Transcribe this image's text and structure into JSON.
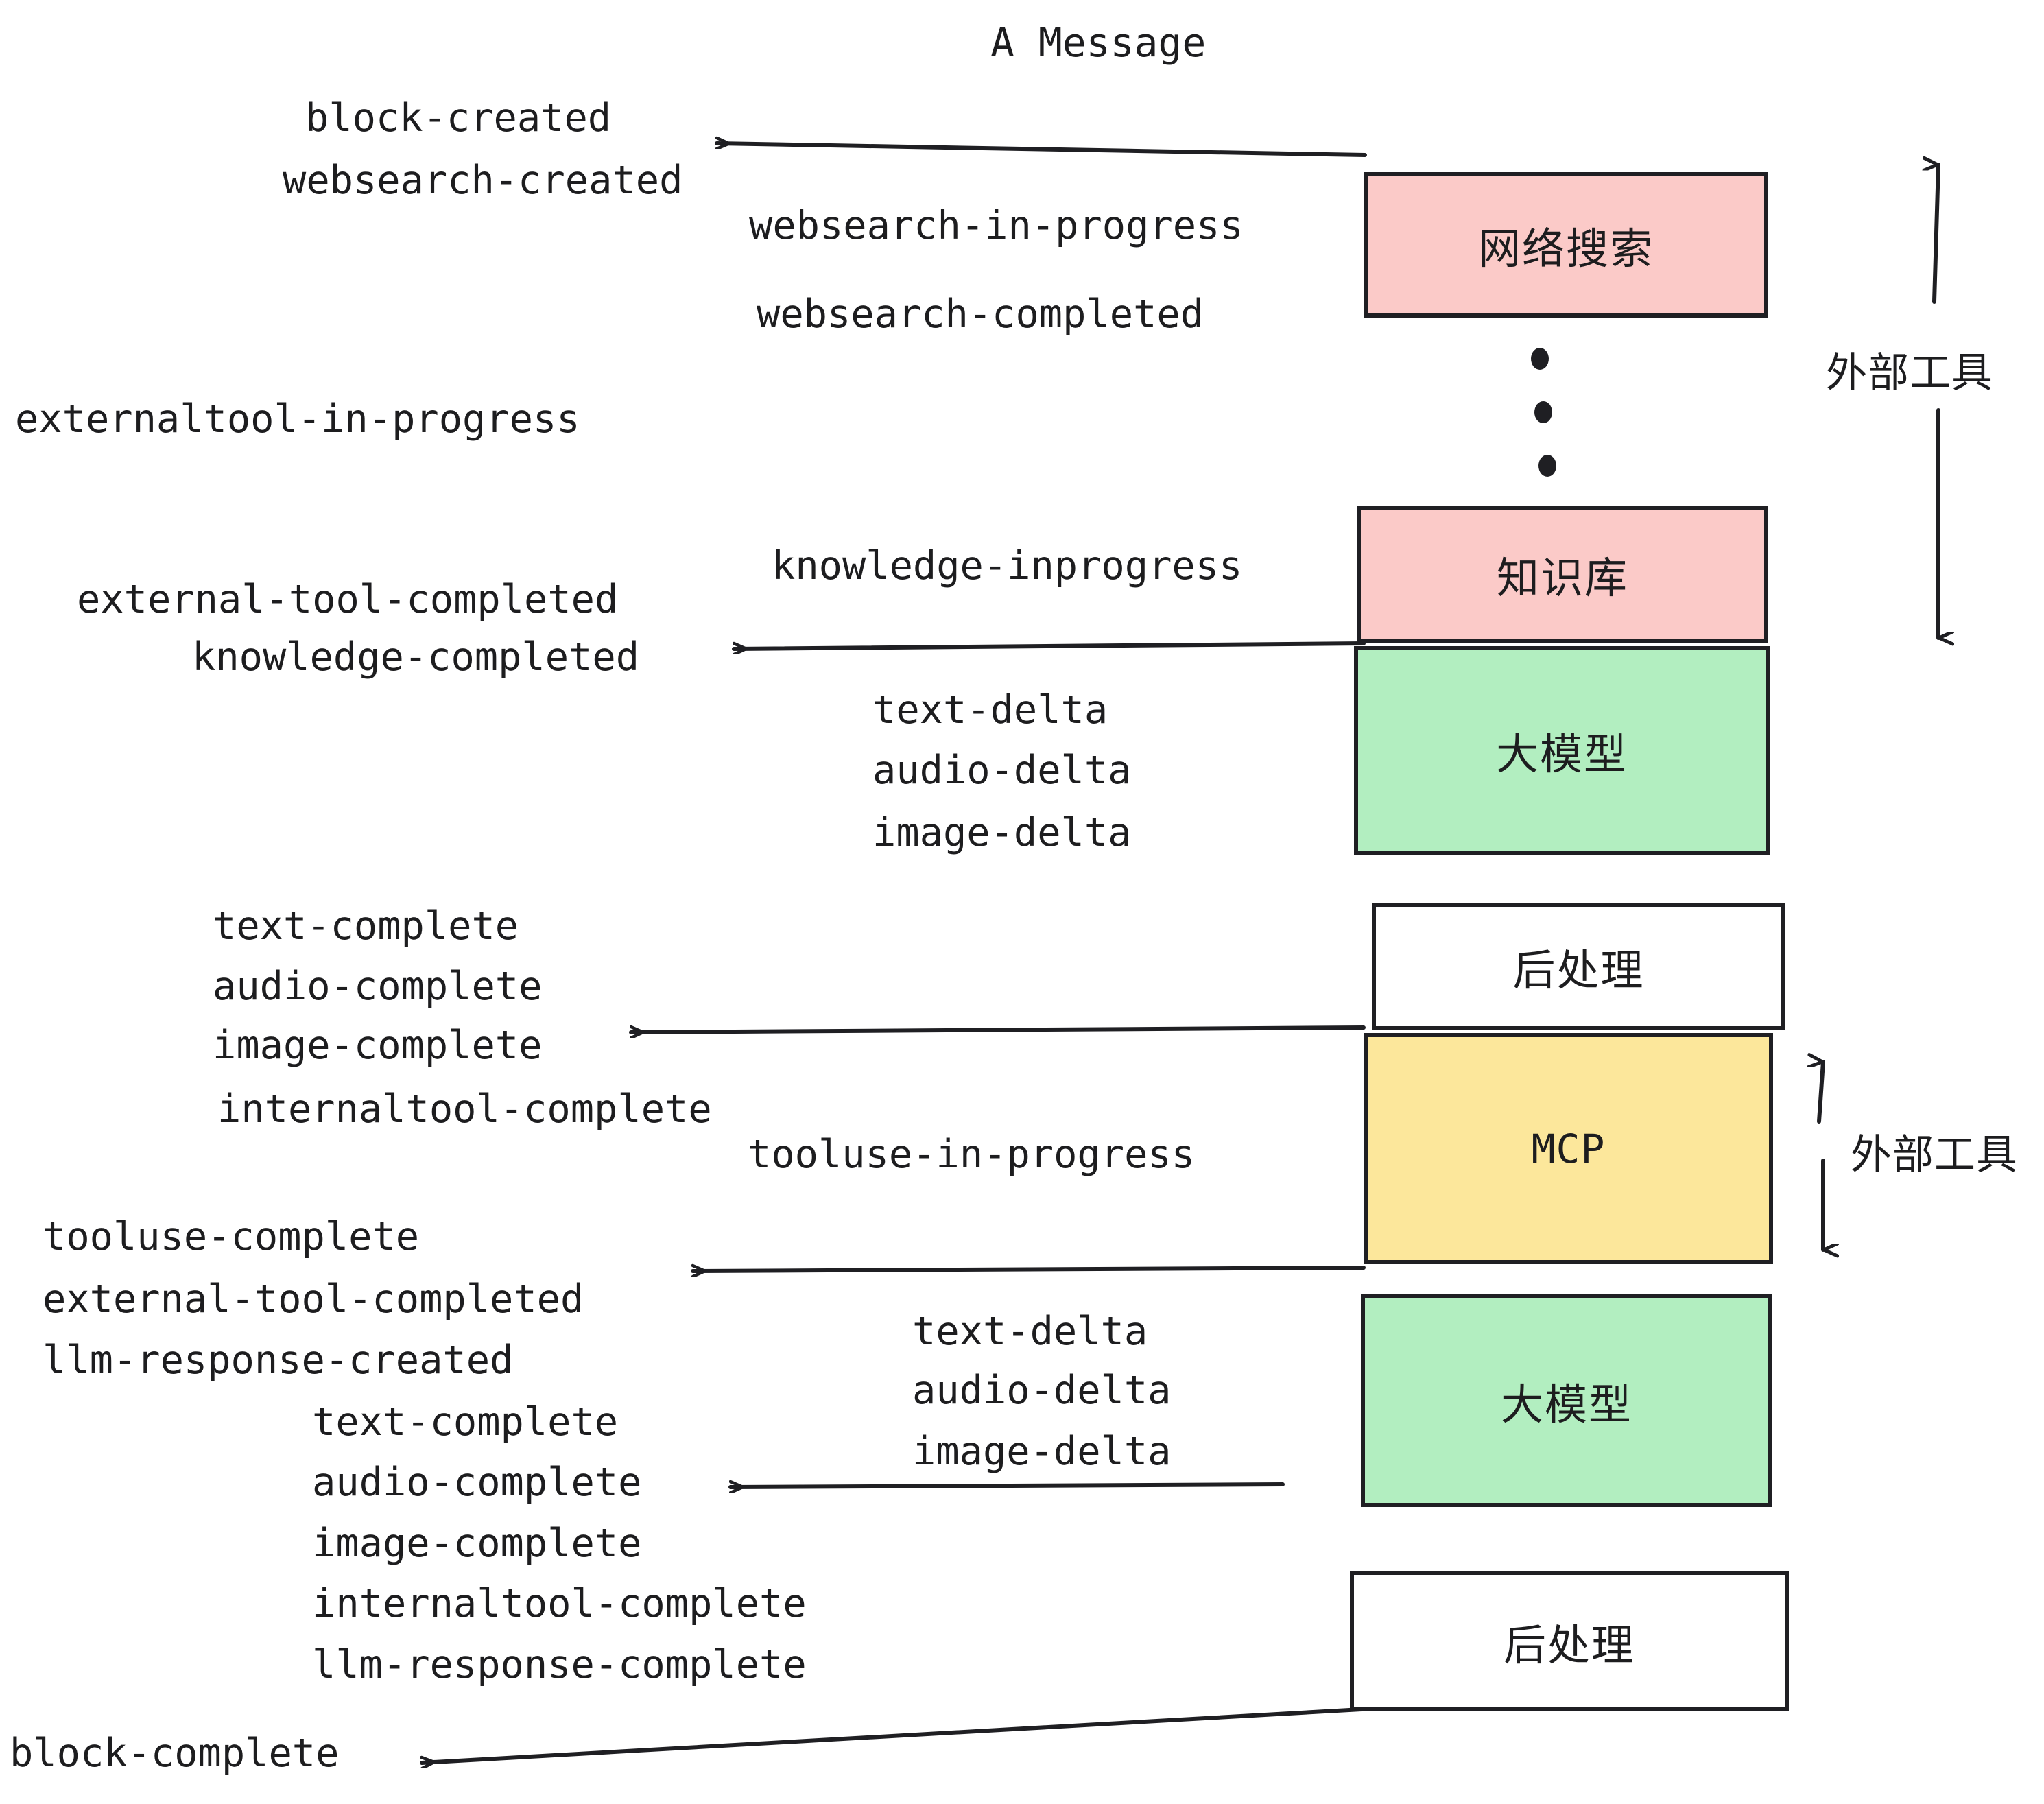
{
  "title": "A Message",
  "colors": {
    "pink": "#FBCAC8",
    "green": "#B2EEC0",
    "yellow": "#FCE79B",
    "white": "#FFFFFF",
    "stroke": "#1F1F23",
    "text": "#1D1D1F"
  },
  "boxes": [
    {
      "id": "websearch",
      "label": "网络搜索",
      "fill": "#FBCAC8"
    },
    {
      "id": "knowledge",
      "label": "知识库",
      "fill": "#FBCAC8"
    },
    {
      "id": "llm-top",
      "label": "大模型",
      "fill": "#B2EEC0"
    },
    {
      "id": "postprocess-top",
      "label": "后处理",
      "fill": "#FFFFFF"
    },
    {
      "id": "mcp",
      "label": "MCP",
      "fill": "#FCE79B"
    },
    {
      "id": "llm-bottom",
      "label": "大模型",
      "fill": "#B2EEC0"
    },
    {
      "id": "postprocess-bottom",
      "label": "后处理",
      "fill": "#FFFFFF"
    }
  ],
  "side_labels": [
    {
      "id": "external-tools-top",
      "label": "外部工具"
    },
    {
      "id": "external-tools-bottom",
      "label": "外部工具"
    }
  ],
  "events": [
    {
      "id": "block-created",
      "label": "block-created"
    },
    {
      "id": "websearch-created",
      "label": "websearch-created"
    },
    {
      "id": "websearch-in-progress",
      "label": "websearch-in-progress"
    },
    {
      "id": "websearch-completed",
      "label": "websearch-completed"
    },
    {
      "id": "externaltool-in-progress",
      "label": "externaltool-in-progress"
    },
    {
      "id": "knowledge-inprogress",
      "label": "knowledge-inprogress"
    },
    {
      "id": "external-tool-completed-1",
      "label": "external-tool-completed"
    },
    {
      "id": "knowledge-completed",
      "label": "knowledge-completed"
    },
    {
      "id": "text-delta-1",
      "label": "text-delta"
    },
    {
      "id": "audio-delta-1",
      "label": "audio-delta"
    },
    {
      "id": "image-delta-1",
      "label": "image-delta"
    },
    {
      "id": "text-complete-1",
      "label": "text-complete"
    },
    {
      "id": "audio-complete-1",
      "label": "audio-complete"
    },
    {
      "id": "image-complete-1",
      "label": "image-complete"
    },
    {
      "id": "internaltool-complete-1",
      "label": "internaltool-complete"
    },
    {
      "id": "tooluse-in-progress",
      "label": "tooluse-in-progress"
    },
    {
      "id": "tooluse-complete",
      "label": "tooluse-complete"
    },
    {
      "id": "external-tool-completed-2",
      "label": "external-tool-completed"
    },
    {
      "id": "llm-response-created",
      "label": "llm-response-created"
    },
    {
      "id": "text-delta-2",
      "label": "text-delta"
    },
    {
      "id": "audio-delta-2",
      "label": "audio-delta"
    },
    {
      "id": "image-delta-2",
      "label": "image-delta"
    },
    {
      "id": "text-complete-2",
      "label": "text-complete"
    },
    {
      "id": "audio-complete-2",
      "label": "audio-complete"
    },
    {
      "id": "image-complete-2",
      "label": "image-complete"
    },
    {
      "id": "internaltool-complete-2",
      "label": "internaltool-complete"
    },
    {
      "id": "llm-response-complete",
      "label": "llm-response-complete"
    },
    {
      "id": "block-complete",
      "label": "block-complete"
    }
  ]
}
